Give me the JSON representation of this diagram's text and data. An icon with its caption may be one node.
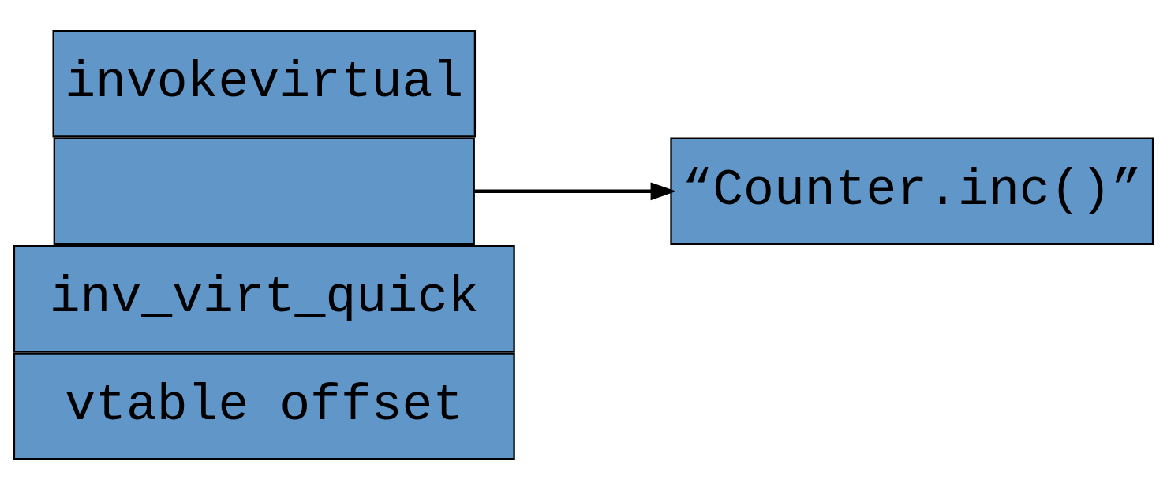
{
  "diagram": {
    "nodes": [
      {
        "text": [
          "invokevirtual"
        ]
      },
      {
        "text": [],
        "shape": "box"
      },
      {
        "text": [
          "“Counter.inc()”"
        ]
      },
      {
        "text": [
          "inv_virt_quick"
        ]
      },
      {
        "text": [
          "vtable offset"
        ]
      }
    ],
    "edges": [
      {
        "from": 1,
        "to": 2,
        "arrow": "to"
      }
    ]
  }
}
